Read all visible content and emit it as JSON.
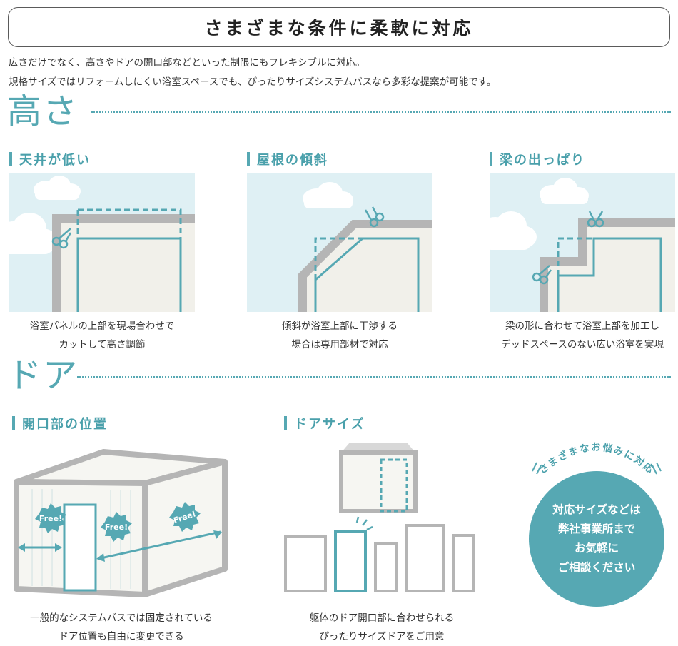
{
  "title": "さまざまな条件に柔軟に対応",
  "intro": {
    "line1": "広さだけでなく、高さやドアの開口部などといった制限にもフレキシブルに対応。",
    "line2": "規格サイズではリフォームしにくい浴室スペースでも、ぴったりサイズシステムバスなら多彩な提案が可能です。"
  },
  "height_section": {
    "heading": "高さ",
    "cases": [
      {
        "label": "天井が低い",
        "caption_line1": "浴室パネルの上部を現場合わせで",
        "caption_line2": "カットして高さ調節"
      },
      {
        "label": "屋根の傾斜",
        "caption_line1": "傾斜が浴室上部に干渉する",
        "caption_line2": "場合は専用部材で対応"
      },
      {
        "label": "梁の出っぱり",
        "caption_line1": "梁の形に合わせて浴室上部を加工し",
        "caption_line2": "デッドスペースのない広い浴室を実現"
      }
    ]
  },
  "door_section": {
    "heading": "ドア",
    "cases": [
      {
        "label": "開口部の位置",
        "caption_line1": "一般的なシステムバスでは固定されている",
        "caption_line2": "ドア位置も自由に変更できる",
        "badge": "Free!"
      },
      {
        "label": "ドアサイズ",
        "caption_line1": "躯体のドア開口部に合わせられる",
        "caption_line2": "ぴったりサイズドアをご用意"
      }
    ]
  },
  "consult": {
    "arc_text": "さまざまなお悩みに対応",
    "line1": "対応サイズなどは",
    "line2": "弊社事業所まで",
    "line3": "お気軽に",
    "line4": "ご相談ください"
  },
  "colors": {
    "accent": "#56a8b3",
    "sky": "#dff0f4",
    "wall_gray": "#b5b5b5",
    "panel_fill": "#f1f0ea"
  }
}
